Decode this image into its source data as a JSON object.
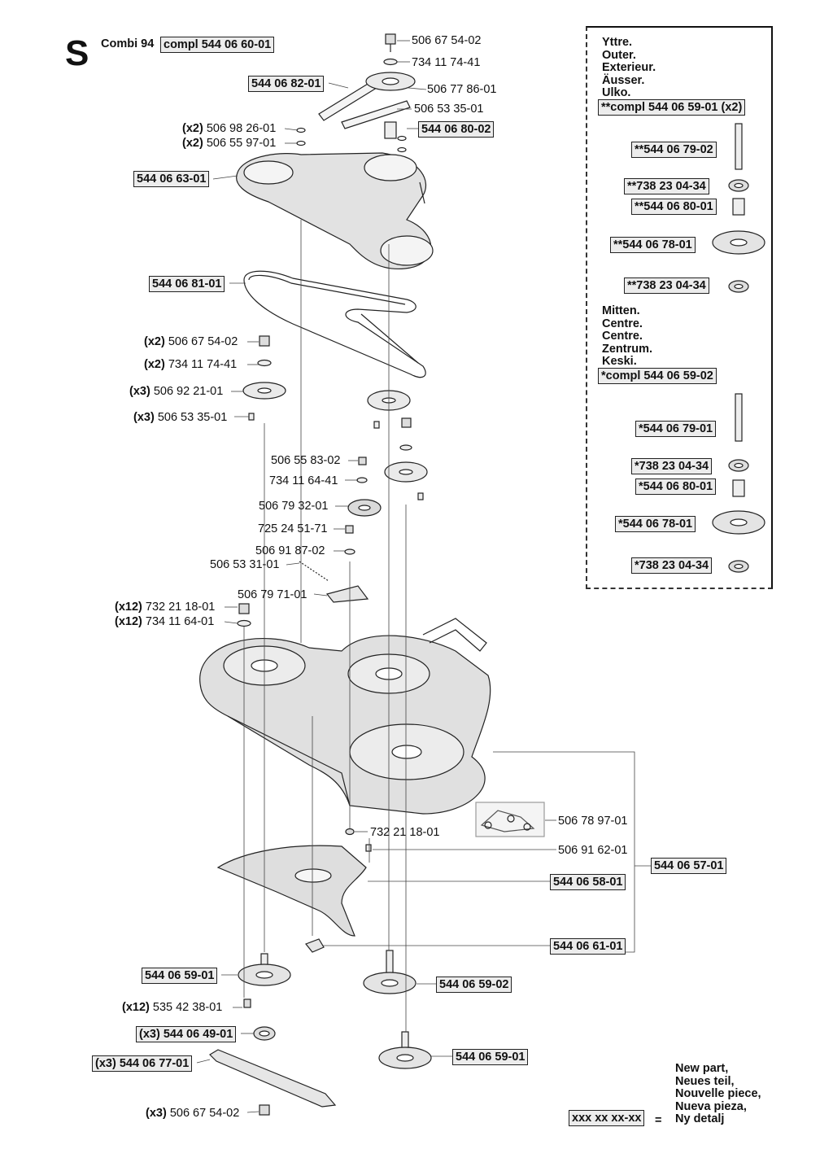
{
  "header": {
    "section_letter": "S",
    "model": "Combi 94",
    "compl_label": "compl 544 06 60-01"
  },
  "inset": {
    "outer_names": [
      "Yttre.",
      "Outer.",
      "Exterieur.",
      "Äusser.",
      "Ulko."
    ],
    "outer_compl": "**compl 544 06 59-01 (x2)",
    "outer_parts": [
      "**544 06 79-02",
      "**738 23 04-34",
      "**544 06 80-01",
      "**544 06 78-01",
      "**738 23 04-34"
    ],
    "middle_names": [
      "Mitten.",
      "Centre.",
      "Centre.",
      "Zentrum.",
      "Keski."
    ],
    "middle_compl": "*compl 544 06 59-02",
    "middle_parts": [
      "*544 06 79-01",
      "*738 23 04-34",
      "*544 06 80-01",
      "*544 06 78-01",
      "*738 23 04-34"
    ]
  },
  "labels": {
    "p1": "506 67 54-02",
    "p2": "734 11 74-41",
    "p3": "544 06 82-01",
    "p4": "506 77 86-01",
    "p5": "506 53 35-01",
    "p6_qty": "(x2)",
    "p6": "506 98 26-01",
    "p7_qty": "(x2)",
    "p7": "506 55 97-01",
    "p8": "544 06 80-02",
    "p9": "544 06 63-01",
    "p10": "544 06 81-01",
    "p11_qty": "(x2)",
    "p11": "506 67 54-02",
    "p12_qty": "(x2)",
    "p12": "734 11 74-41",
    "p13_qty": "(x3)",
    "p13": "506 92 21-01",
    "p14_qty": "(x3)",
    "p14": "506 53 35-01",
    "p15": "506 55 83-02",
    "p16": "734 11 64-41",
    "p17": "506 79 32-01",
    "p18": "725 24 51-71",
    "p19": "506 91 87-02",
    "p20": "506 53 31-01",
    "p21": "506 79 71-01",
    "p22_qty": "(x12)",
    "p22": "732 21 18-01",
    "p23_qty": "(x12)",
    "p23": "734 11 64-01",
    "p24": "506 78 97-01",
    "p25": "732 21 18-01",
    "p26": "506 91 62-01",
    "p27": "544 06 57-01",
    "p28": "544 06 58-01",
    "p29": "544 06 61-01",
    "p30": "544 06 59-01",
    "p31": "544 06 59-02",
    "p32_qty": "(x12)",
    "p32": "535 42 38-01",
    "p33": "(x3) 544 06 49-01",
    "p34": "(x3) 544 06 77-01",
    "p35": "544 06 59-01",
    "p36_qty": "(x3)",
    "p36": "506 67 54-02"
  },
  "legend": {
    "code": "xxx xx xx-xx",
    "equals": "=",
    "lines": [
      "New part,",
      "Neues teil,",
      "Nouvelle piece,",
      "Nueva pieza,",
      "Ny detalj"
    ]
  }
}
